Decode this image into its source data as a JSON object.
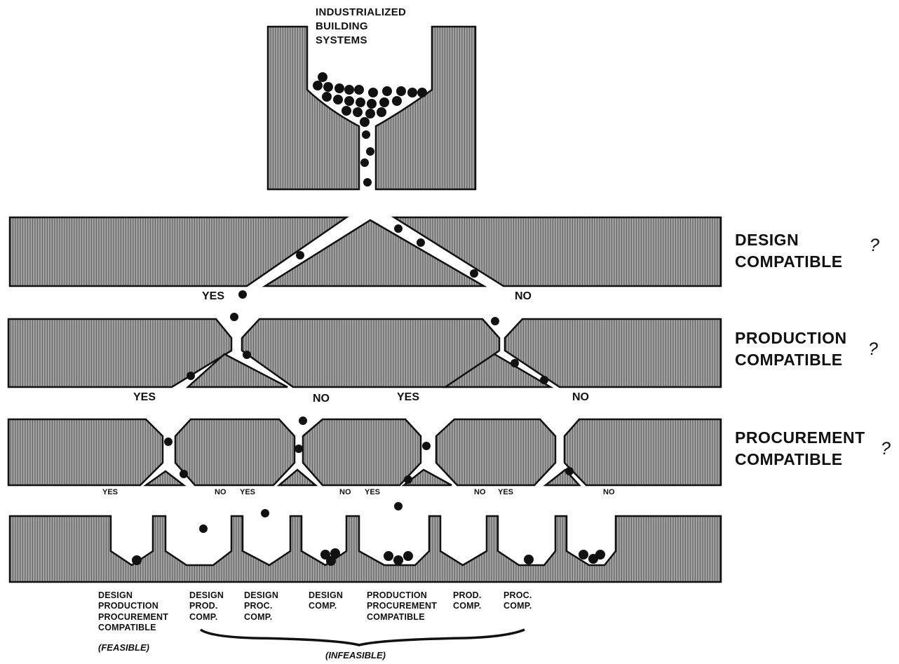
{
  "title": [
    "INDUSTRIALIZED",
    "BUILDING",
    "SYSTEMS"
  ],
  "questions": {
    "design": [
      "DESIGN",
      "COMPATIBLE"
    ],
    "production": [
      "PRODUCTION",
      "COMPATIBLE"
    ],
    "procurement": [
      "PROCUREMENT",
      "COMPATIBLE"
    ],
    "mark": "?"
  },
  "branches": {
    "design": {
      "yes": "YES",
      "no": "NO"
    },
    "production": [
      "YES",
      "NO",
      "YES",
      "NO"
    ],
    "procurement": [
      "YES",
      "NO",
      "YES",
      "NO",
      "YES",
      "NO",
      "YES",
      "NO"
    ]
  },
  "bins": [
    [
      "DESIGN",
      "PRODUCTION",
      "PROCUREMENT",
      "COMPATIBLE"
    ],
    [
      "DESIGN",
      "PROD.",
      "COMP."
    ],
    [
      "DESIGN",
      "PROC.",
      "COMP."
    ],
    [
      "DESIGN",
      "COMP."
    ],
    [
      "PRODUCTION",
      "PROCUREMENT",
      "COMPATIBLE"
    ],
    [
      "PROD.",
      "COMP."
    ],
    [
      "PROC.",
      "COMP."
    ]
  ],
  "feasible": "(FEASIBLE)",
  "infeasible": "(INFEASIBLE)",
  "colors": {
    "slab": "#9a9a9a",
    "stripe": "#5a5a5a",
    "ink": "#111111",
    "background": "#ffffff"
  }
}
